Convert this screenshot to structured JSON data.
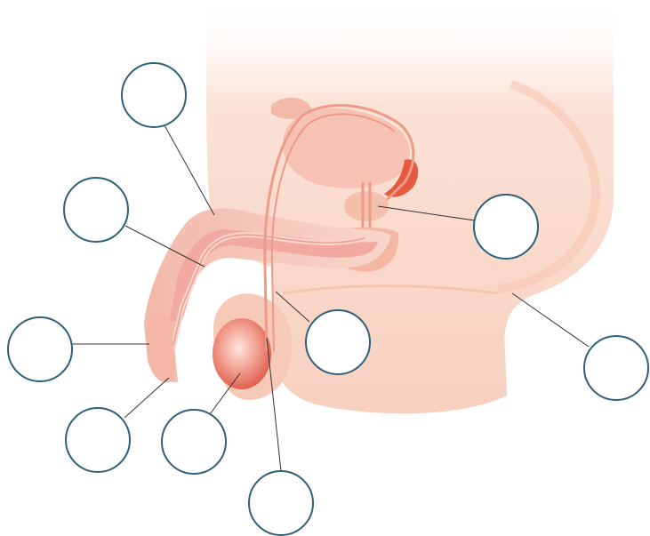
{
  "diagram": {
    "kind": "anatomy-labeling-worksheet",
    "colors": {
      "skin_light": "#fbe6da",
      "skin_mid": "#f7cfbd",
      "skin_dark": "#f2b8a3",
      "tissue_pink": "#f2a9a0",
      "tissue_light": "#f7c8c4",
      "urethra": "#f08f7f",
      "vas_line": "#ef9d8a",
      "organ_red": "#e05a40",
      "testis": "#e9776b",
      "testis_light": "#fde3dc",
      "label_circle_stroke": "#2f5f7a",
      "leader_line": "#333333"
    },
    "labels": [
      {
        "id": "label-1",
        "text": ""
      },
      {
        "id": "label-2",
        "text": ""
      },
      {
        "id": "label-3",
        "text": ""
      },
      {
        "id": "label-4",
        "text": ""
      },
      {
        "id": "label-5",
        "text": ""
      },
      {
        "id": "label-6",
        "text": ""
      },
      {
        "id": "label-7",
        "text": ""
      },
      {
        "id": "label-8",
        "text": ""
      },
      {
        "id": "label-9",
        "text": ""
      }
    ]
  }
}
